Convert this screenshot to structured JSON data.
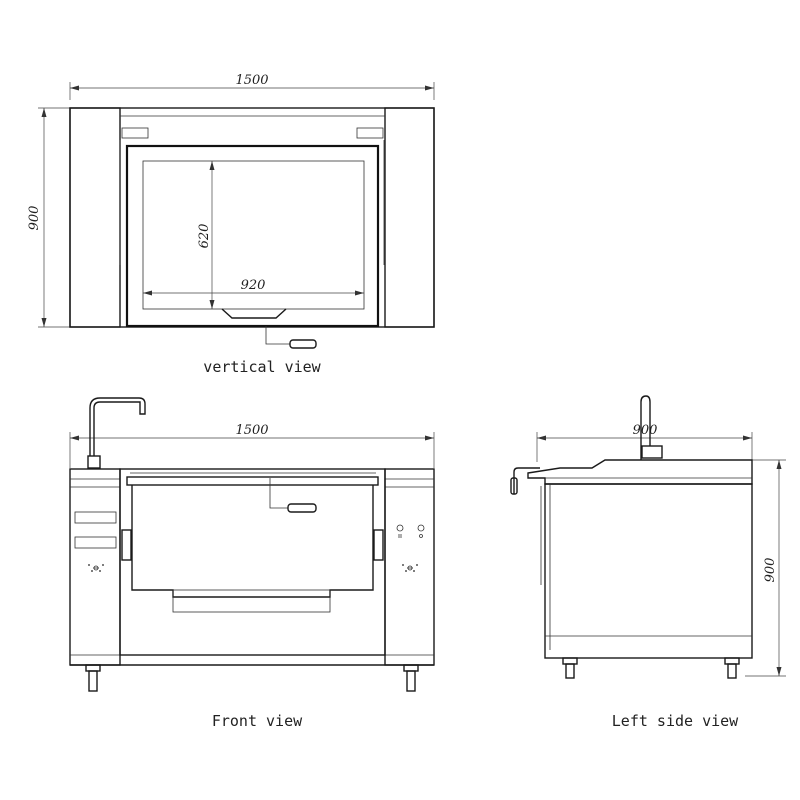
{
  "views": {
    "vertical": {
      "caption": "vertical view",
      "dim_width": "1500",
      "dim_depth": "900",
      "dim_inner_height": "620",
      "dim_inner_width": "920"
    },
    "front": {
      "caption": "Front view",
      "dim_width": "1500"
    },
    "side": {
      "caption": "Left side view",
      "dim_depth": "900",
      "dim_height": "900"
    }
  }
}
